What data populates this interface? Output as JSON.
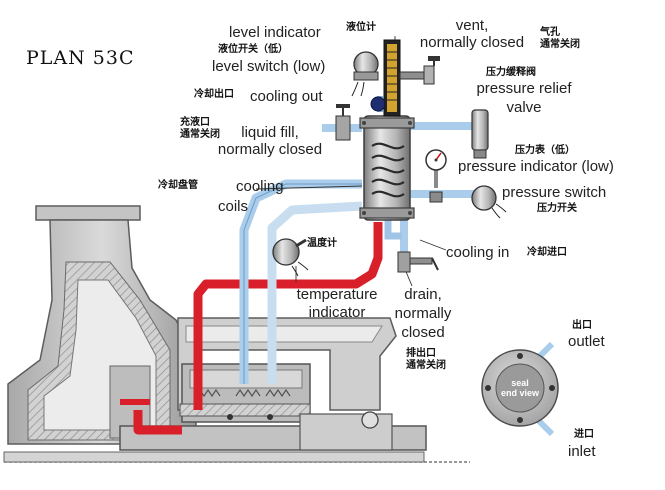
{
  "title": "PLAN 53C",
  "labels": {
    "level_indicator": "level indicator",
    "vent": [
      "vent,",
      "normally closed"
    ],
    "level_switch": "level switch (low)",
    "pressure_relief_valve": [
      "pressure relief",
      "valve"
    ],
    "cooling_out": "cooling out",
    "liquid_fill": [
      "liquid fill,",
      "normally closed"
    ],
    "pressure_indicator": "pressure indicator (low)",
    "cooling_coils": [
      "cooling",
      "coils"
    ],
    "pressure_switch": "pressure switch",
    "cooling_in": "cooling in",
    "temperature_indicator": [
      "temperature",
      "indicator"
    ],
    "drain": [
      "drain,",
      "normally",
      "closed"
    ],
    "outlet": "outlet",
    "inlet": "inlet",
    "seal_end_view": [
      "seal",
      "end view"
    ]
  },
  "labels_cn": {
    "level_indicator": "液位计",
    "vent": [
      "气孔",
      "通常关闭"
    ],
    "level_switch": "液位开关（低）",
    "pressure_relief_valve": "压力缓释阀",
    "cooling_out": "冷却出口",
    "liquid_fill": [
      "充液口",
      "通常关闭"
    ],
    "pressure_indicator": "压力表（低）",
    "cooling_coils": "冷却盘管",
    "pressure_switch": "压力开关",
    "cooling_in": "冷却进口",
    "temperature_indicator": "温度计",
    "drain": [
      "排出口",
      "通常关闭"
    ],
    "outlet": "出口",
    "inlet": "进口"
  },
  "colors": {
    "red_line": "#d9202a",
    "blue_line": "#a9cdea",
    "blue_dark": "#7fb0da",
    "pump_gray": "#c9c9c9",
    "pump_dark": "#8a8a8a",
    "reservoir": "#b7b7b7"
  }
}
